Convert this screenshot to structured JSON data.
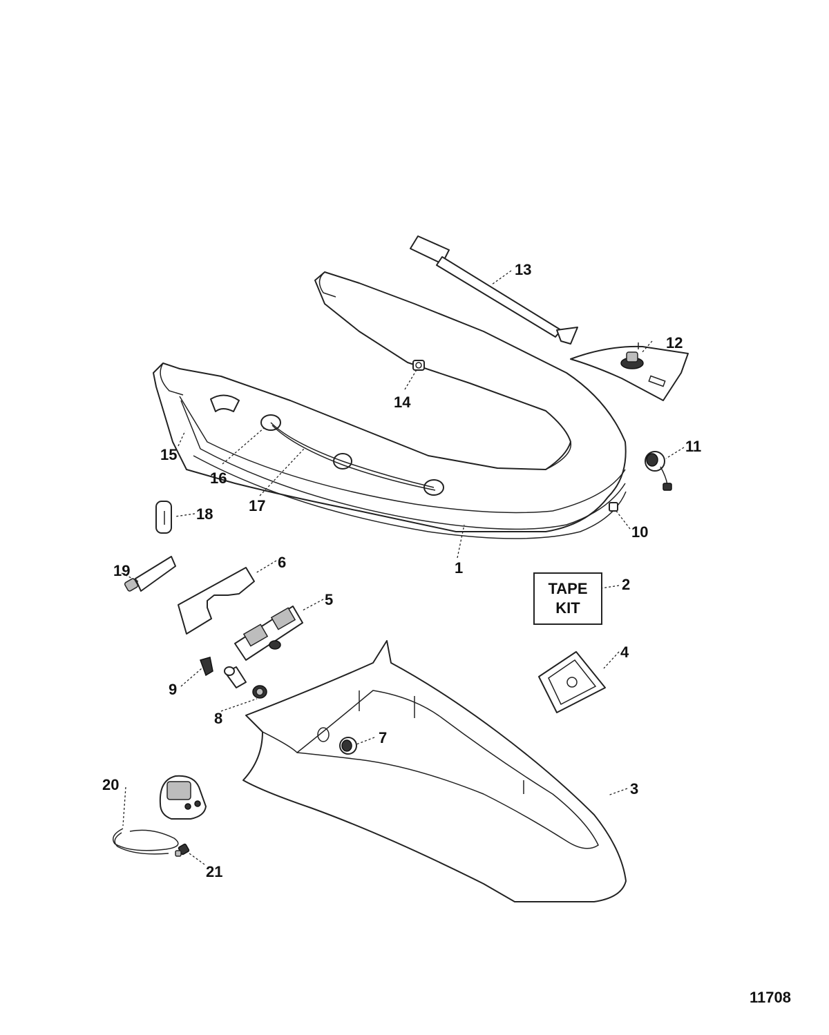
{
  "callouts": [
    {
      "id": "1",
      "text": "1",
      "part": "inflatable-tube"
    },
    {
      "id": "2",
      "text": "2",
      "part": "tape-kit"
    },
    {
      "id": "3",
      "text": "3",
      "part": "hull"
    },
    {
      "id": "4",
      "text": "4",
      "part": "inspection-plate"
    },
    {
      "id": "5",
      "text": "5",
      "part": "transom-plate"
    },
    {
      "id": "6",
      "text": "6",
      "part": "transom-gasket"
    },
    {
      "id": "7",
      "text": "7",
      "part": "drain-plug"
    },
    {
      "id": "8",
      "text": "8",
      "part": "drain-valve"
    },
    {
      "id": "9",
      "text": "9",
      "part": "valve-clip"
    },
    {
      "id": "10",
      "text": "10",
      "part": "bow-fitting"
    },
    {
      "id": "11",
      "text": "11",
      "part": "inflation-valve"
    },
    {
      "id": "12",
      "text": "12",
      "part": "oar-lock-patch"
    },
    {
      "id": "13",
      "text": "13",
      "part": "oar"
    },
    {
      "id": "14",
      "text": "14",
      "part": "d-ring"
    },
    {
      "id": "15",
      "text": "15",
      "part": "rub-strake"
    },
    {
      "id": "16",
      "text": "16",
      "part": "lifeline-patch"
    },
    {
      "id": "17",
      "text": "17",
      "part": "lifeline-rope"
    },
    {
      "id": "18",
      "text": "18",
      "part": "repair-tube"
    },
    {
      "id": "19",
      "text": "19",
      "part": "adhesive-tube"
    },
    {
      "id": "20",
      "text": "20",
      "part": "foot-pump"
    },
    {
      "id": "21",
      "text": "21",
      "part": "pump-adapter"
    }
  ],
  "tape_kit": {
    "line1": "TAPE",
    "line2": "KIT"
  },
  "figure_id": "11708"
}
